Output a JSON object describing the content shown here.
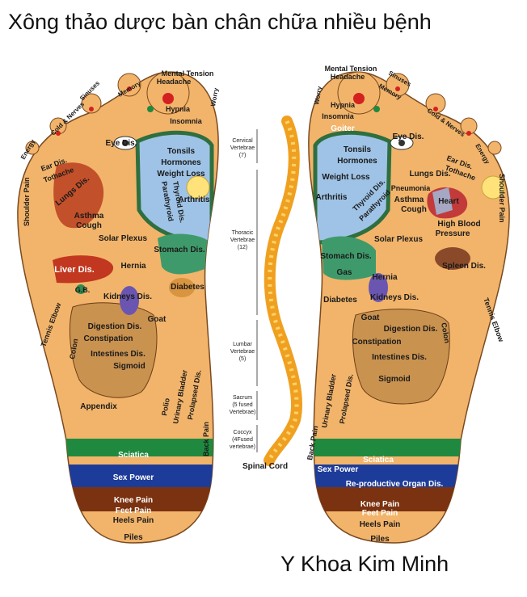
{
  "title": "Xông thảo dược bàn chân chữa nhiều bệnh",
  "brand": "Y Khoa Kim Minh",
  "colors": {
    "skin": "#f2b46a",
    "blue_zone": "#9ec3e6",
    "green_zone": "#3f9a6b",
    "liver": "#c2371f",
    "band_green": "#1f8a3f",
    "band_blue": "#1d3c9a",
    "band_brown": "#7a3210",
    "band_dark": "#6a2a10"
  },
  "left_foot": {
    "toes": [
      "Energy",
      "Cold & Nerves",
      "Sinuses",
      "Memory",
      "Mental Tension",
      "Headache",
      "Worry"
    ],
    "zones": {
      "hypnia": "Hypnia",
      "insomnia": "Insomnia",
      "eye": "Eye Dis.",
      "ear": "Ear Dis.",
      "tothache": "Tothache",
      "shoulder": "Shoulder Pain",
      "lungs": "Lungs Dis.",
      "asthma": "Asthma",
      "cough": "Cough",
      "tonsils": "Tonsils",
      "hormones": "Hormones",
      "weight": "Weight Loss",
      "arthritis": "Arthritis",
      "thyroid": "Thyroid Dis.",
      "parathyroid": "Parathyroid",
      "solar": "Solar Plexus",
      "stomach": "Stomach Dis.",
      "liver": "Liver Dis.",
      "hernia": "Hernia",
      "gb": "G.B.",
      "kidneys": "Kidneys Dis.",
      "diabetes": "Diabetes",
      "tennis": "Tennis Elbow",
      "digestion": "Digestion Dis.",
      "constipation": "Constipation",
      "intestines": "Intestines Dis.",
      "sigmoid": "Sigmoid",
      "goat": "Goat",
      "colon": "Colon",
      "appendix": "Appendix",
      "polio": "Polio",
      "urinary": "Urinary Bladder",
      "prolapsed": "Prolapsed Dis.",
      "back": "Back Pain"
    },
    "bands": [
      "Sciatica",
      "Sex Power",
      "Knee Pain",
      "Feet Pain",
      "Heels Pain",
      "Piles"
    ]
  },
  "right_foot": {
    "toes": [
      "Worry",
      "Mental Tension",
      "Headache",
      "Sinuses",
      "Memory",
      "Cold & Nerves",
      "Energy"
    ],
    "zones": {
      "hypnia": "Hypnia",
      "insomnia": "Insomnia",
      "goiter": "Goiter",
      "eye": "Eye Dis.",
      "ear": "Ear Dis.",
      "tothache": "Tothache",
      "shoulder": "Shoulder Pain",
      "tonsils": "Tonsils",
      "hormones": "Hormones",
      "weight": "Weight Loss",
      "arthritis": "Arthritis",
      "thyroid": "Thyroid Dis.",
      "parathyroid": "Parathyroid",
      "lungs": "Lungs Dis.",
      "pneumonia": "Pneumonia",
      "asthma": "Asthma",
      "heart": "Heart",
      "cough": "Cough",
      "bp1": "High Blood",
      "bp2": "Pressure",
      "solar": "Solar Plexus",
      "stomach": "Stomach Dis.",
      "gas": "Gas",
      "spleen": "Spleen Dis.",
      "hernia": "Hernia",
      "diabetes": "Diabetes",
      "kidneys": "Kidneys Dis.",
      "tennis": "Tennis Elbow",
      "goat": "Goat",
      "digestion": "Digestion Dis.",
      "constipation": "Constipation",
      "intestines": "Intestines Dis.",
      "colon": "Colon",
      "sigmoid": "Sigmoid",
      "urinary": "Urinary Bladder",
      "prolapsed": "Prolapsed Dis.",
      "back": "Back Pain"
    },
    "bands": [
      "Sciatica",
      "Sex Power",
      "Re-productive Organ Dis.",
      "Knee Pain",
      "Feet Pain",
      "Heels Pain",
      "Piles"
    ]
  },
  "spine": {
    "cervical": [
      "Cervical",
      "Vertebrae",
      "(7)"
    ],
    "thoracic": [
      "Thoracic",
      "Vertebrae",
      "(12)"
    ],
    "lumbar": [
      "Lumbar",
      "Vertebrae",
      "(5)"
    ],
    "sacrum": [
      "Sacrum",
      "(5 fused",
      "Vertebrae)"
    ],
    "coccyx": [
      "Coccyx",
      "(4Fused",
      "vertebrae)"
    ],
    "spinal_cord": "Spinal Cord"
  }
}
